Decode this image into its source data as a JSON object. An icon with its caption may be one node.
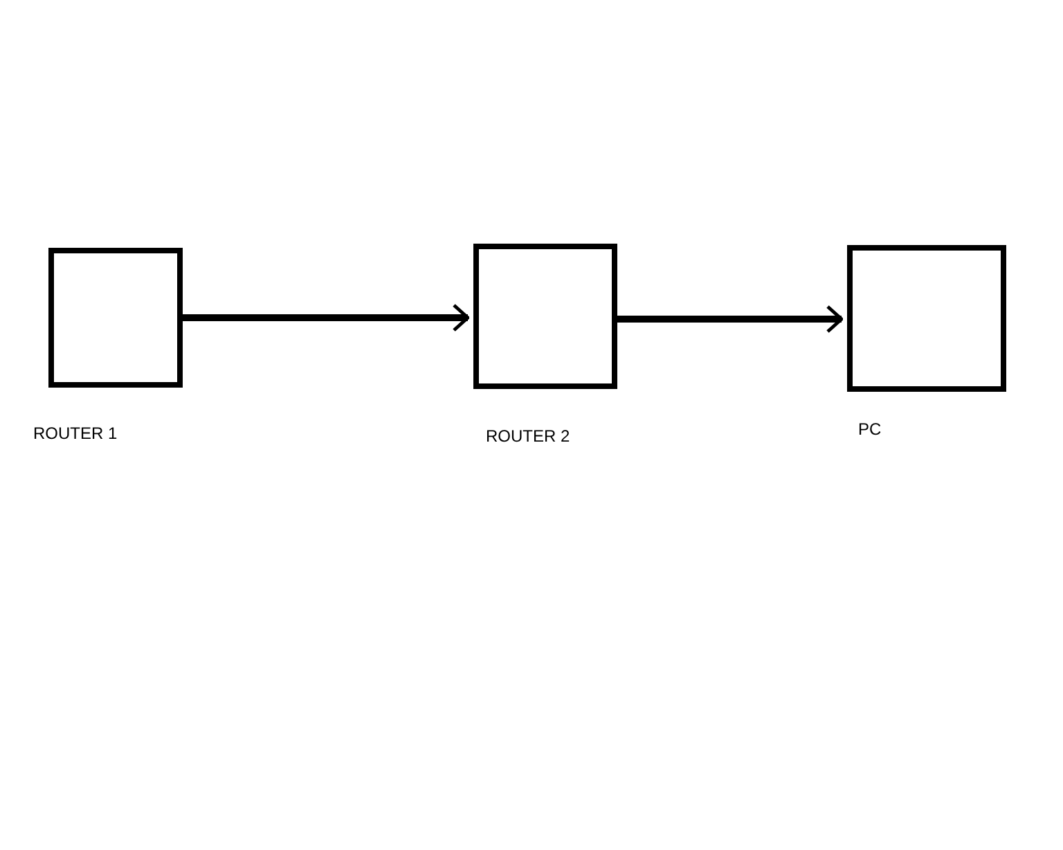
{
  "diagram": {
    "nodes": [
      {
        "text": [],
        "shape": "box",
        "beside": [
          "ROUTER 1"
        ]
      },
      {
        "text": [],
        "shape": "box",
        "beside": [
          "ROUTER 2"
        ]
      },
      {
        "text": [],
        "shape": "box",
        "beside": [
          "PC"
        ]
      }
    ],
    "edges": [
      {
        "from": 0,
        "to": 1,
        "arrow": "to"
      },
      {
        "from": 1,
        "to": 2,
        "arrow": "to"
      }
    ]
  }
}
